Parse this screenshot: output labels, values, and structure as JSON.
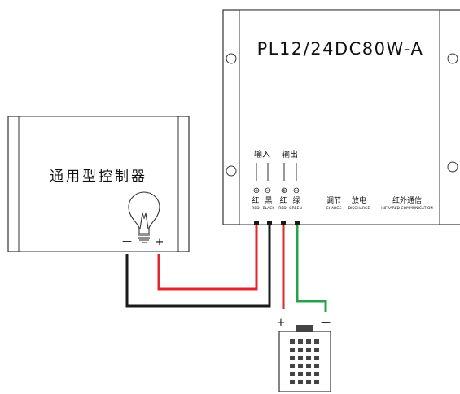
{
  "driver": {
    "model": "PL12/24DC80W-A",
    "groups": {
      "input": "输入",
      "output": "输出"
    },
    "polarity_symbols": [
      "⊕",
      "⊖",
      "⊕",
      "⊖"
    ],
    "terminals": [
      {
        "cn": "红",
        "en": "RED"
      },
      {
        "cn": "黑",
        "en": "BLACK"
      },
      {
        "cn": "红",
        "en": "RED"
      },
      {
        "cn": "绿",
        "en": "GREEN"
      }
    ],
    "controls": [
      {
        "cn": "调节",
        "en": "CHARGE"
      },
      {
        "cn": "放电",
        "en": "DISCHARGE"
      },
      {
        "cn": "红外通信",
        "en": "INFRARED COMMUNICATION"
      }
    ]
  },
  "controller": {
    "title": "通用型控制器",
    "minus": "—",
    "plus": "+"
  },
  "led_module": {
    "plus": "+",
    "minus": "—"
  },
  "wire_colors": {
    "red": "#e3262b",
    "black": "#1a1a1a",
    "green": "#27a24a"
  }
}
